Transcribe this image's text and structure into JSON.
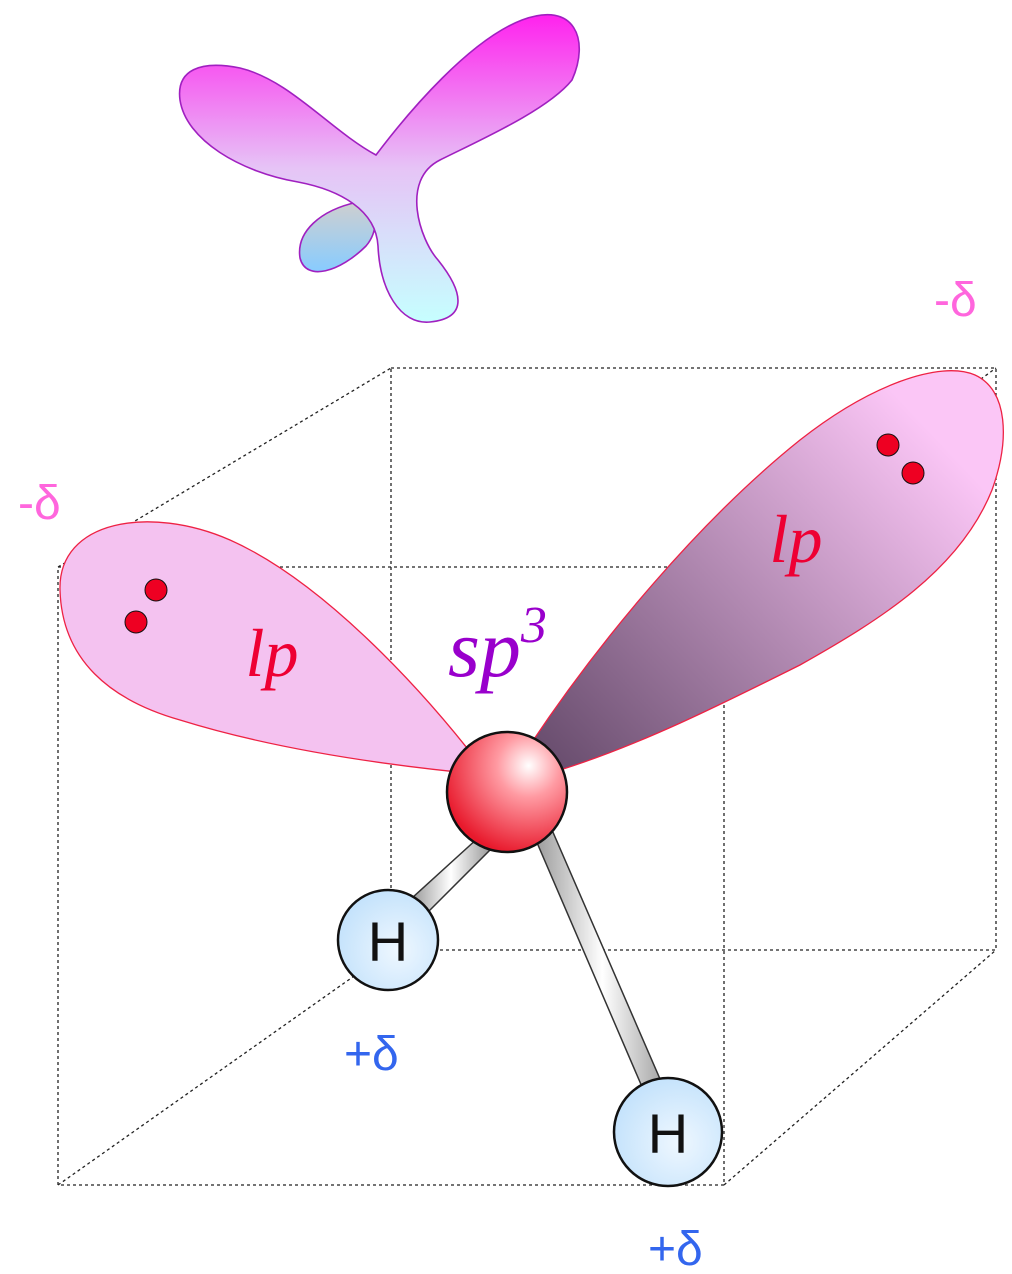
{
  "colors": {
    "negative_charge": "#ff66dd",
    "positive_charge": "#3366ee",
    "lp_label": "#ee0033",
    "hybridization_label": "#9900cc",
    "oxygen": "#ee2233",
    "hydrogen": "#cce8ff",
    "lone_pair_electrons": "#ee0022",
    "lobe_edge": "#ee2244"
  },
  "labels": {
    "hybridization": "sp",
    "hybridization_superscript": "3",
    "lone_pair_left": "lp",
    "lone_pair_right": "lp",
    "charge_top_right": "-δ",
    "charge_left": "-δ",
    "charge_h_left": "+δ",
    "charge_h_bottom": "+δ",
    "hydrogen_left": "H",
    "hydrogen_bottom": "H"
  },
  "icons": {
    "orbital_shape": "tetrahedral-orbital-icon",
    "central_atom": "oxygen-atom",
    "bond": "single-bond"
  }
}
